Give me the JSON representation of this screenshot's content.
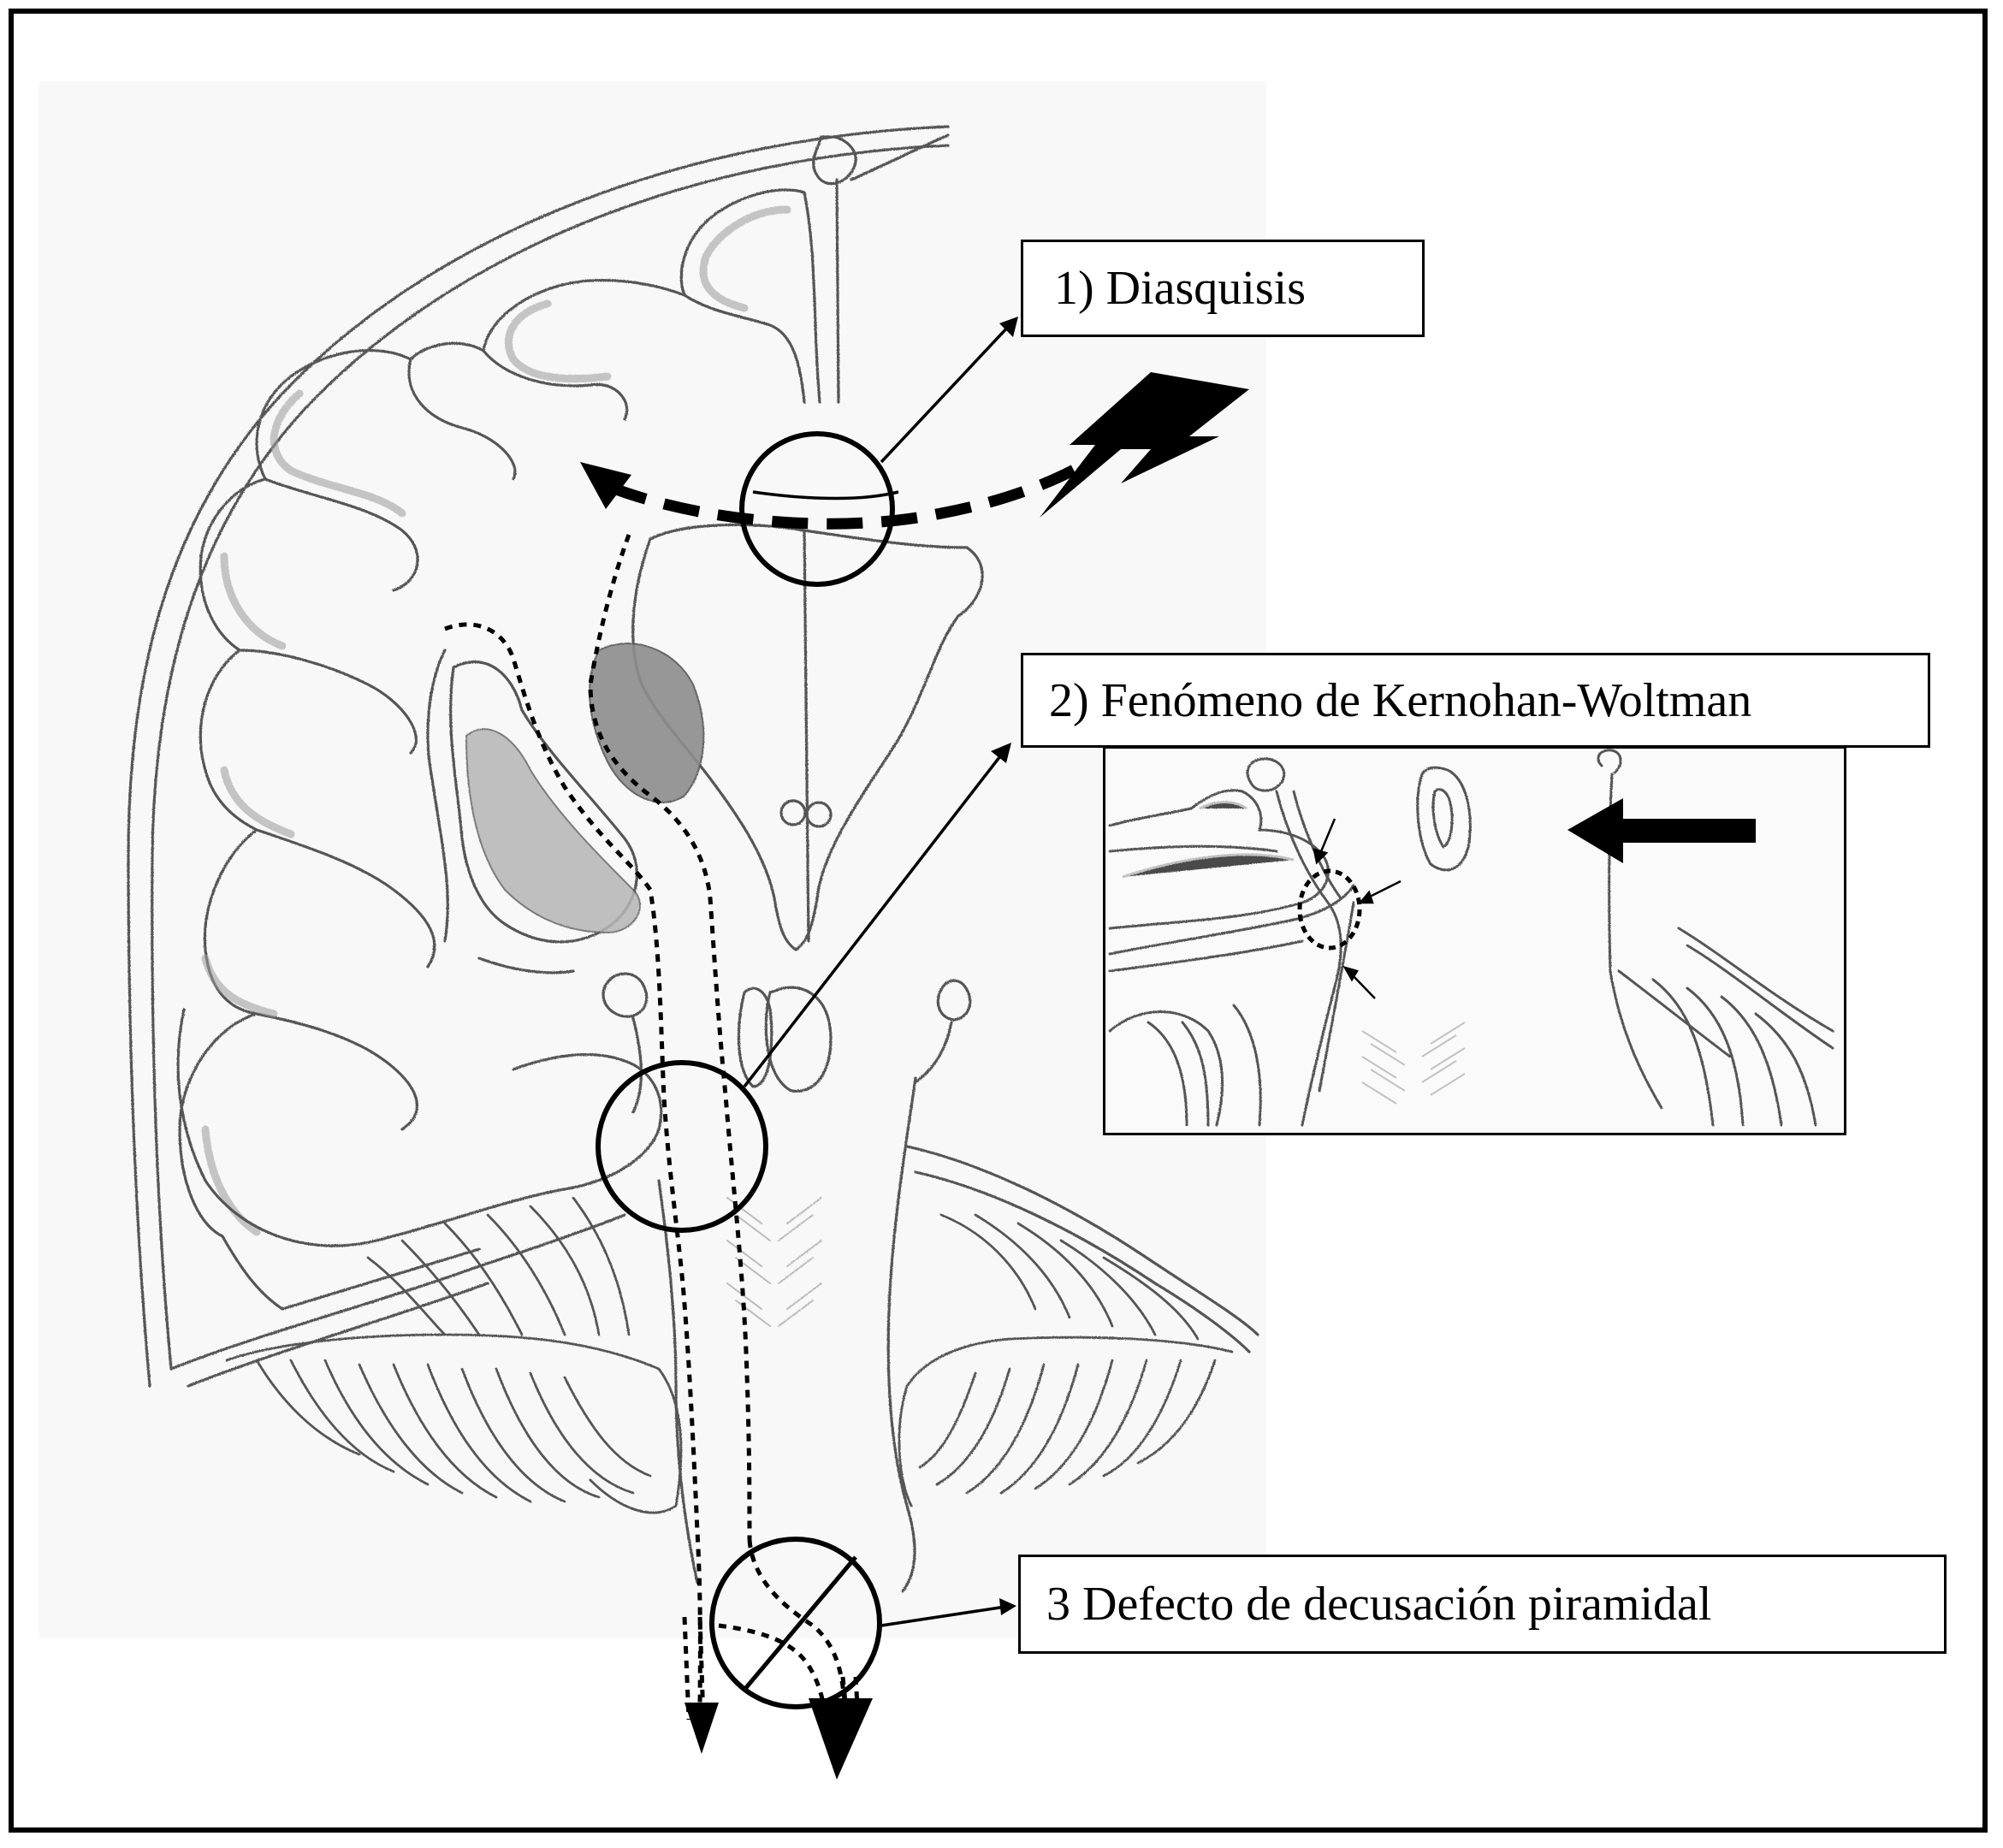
{
  "labels": {
    "diaschisis": "1) Diasquisis",
    "kernohan": "2) Fenómeno de Kernohan-Woltman",
    "decussation": "3 Defecto de decusación piramidal"
  },
  "colors": {
    "ink": "#000000",
    "pencil": "#555555",
    "shade": "#9a9a9a",
    "paper": "#f7f7f7"
  },
  "icons": [
    "lightning-bolt-icon",
    "arrow-left-icon",
    "arrow-down-icon"
  ]
}
